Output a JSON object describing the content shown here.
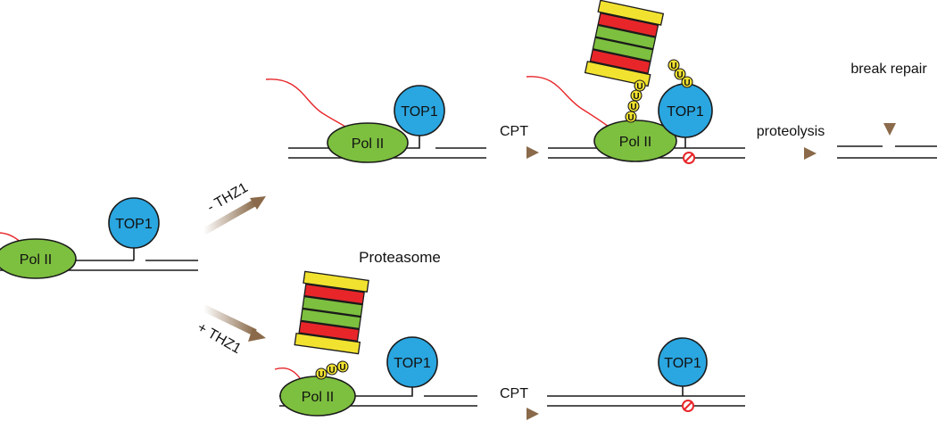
{
  "labels": {
    "pol2": "Pol II",
    "top1": "TOP1",
    "ub": "U",
    "minus_thz1": "- THZ1",
    "plus_thz1": "+ THZ1",
    "cpt": "CPT",
    "proteolysis": "proteolysis",
    "break_repair": "break repair",
    "proteasome": "Proteasome"
  },
  "colors": {
    "pol2": "#7dbf3f",
    "top1": "#2aa6e0",
    "rna": "#e8262a",
    "ubiquitin": "#f2e230",
    "proteasome_outer": "#f2e230",
    "proteasome_middle": "#e8262a",
    "proteasome_inner": "#7dbf3f",
    "arrow": "#8a6a4a",
    "block_sign": "#e8262a"
  }
}
